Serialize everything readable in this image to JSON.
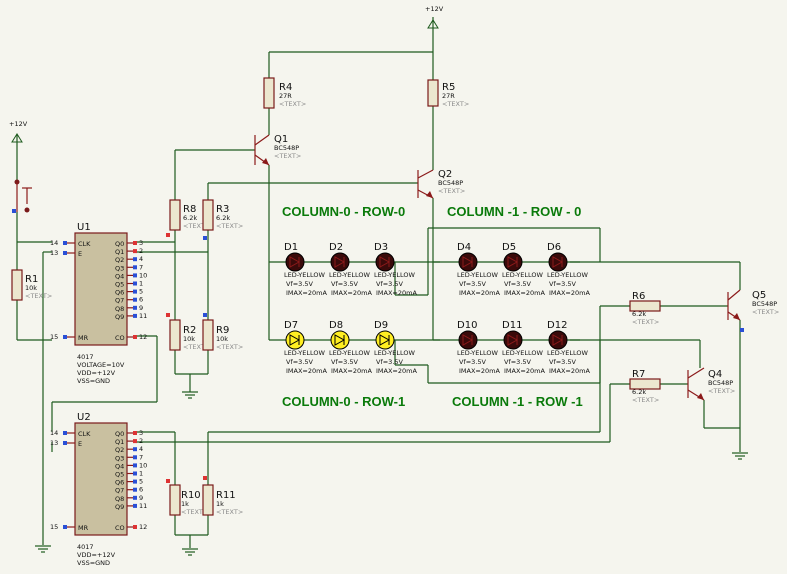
{
  "supply": {
    "top": "+12V",
    "left": "+12V"
  },
  "text_placeholder": "<TEXT>",
  "sections": {
    "c0r0": "COLUMN-0 - ROW-0",
    "c1r0": "COLUMN -1 - ROW - 0",
    "c0r1": "COLUMN-0 - ROW-1",
    "c1r1": "COLUMN -1 - ROW -1"
  },
  "transistors": [
    {
      "ref": "Q1",
      "part": "BC548P"
    },
    {
      "ref": "Q2",
      "part": "BC548P"
    },
    {
      "ref": "Q4",
      "part": "BC548P"
    },
    {
      "ref": "Q5",
      "part": "BC548P"
    }
  ],
  "resistors": [
    {
      "ref": "R1",
      "value": "10k"
    },
    {
      "ref": "R2",
      "value": "10k"
    },
    {
      "ref": "R3",
      "value": "6.2k"
    },
    {
      "ref": "R4",
      "value": "27R"
    },
    {
      "ref": "R5",
      "value": "27R"
    },
    {
      "ref": "R6",
      "value": "6.2k"
    },
    {
      "ref": "R7",
      "value": "6.2k"
    },
    {
      "ref": "R8",
      "value": "6.2k"
    },
    {
      "ref": "R9",
      "value": "10k"
    },
    {
      "ref": "R10",
      "value": "1k"
    },
    {
      "ref": "R11",
      "value": "1k"
    }
  ],
  "led_props": {
    "type": "LED-YELLOW",
    "vf": "Vf=3.5V",
    "imax": "IMAX=20mA"
  },
  "leds_row0": [
    "D1",
    "D2",
    "D3",
    "D4",
    "D5",
    "D6"
  ],
  "leds_row1": [
    "D7",
    "D8",
    "D9",
    "D10",
    "D11",
    "D12"
  ],
  "ics": [
    {
      "ref": "U1",
      "part": "4017",
      "voltage": "VOLTAGE=10V",
      "vdd": "VDD=+12V",
      "vss": "VSS=GND"
    },
    {
      "ref": "U2",
      "part": "4017",
      "vdd": "VDD=+12V",
      "vss": "VSS=GND"
    }
  ],
  "ic_pins": {
    "left": [
      {
        "num": "14",
        "name": "CLK"
      },
      {
        "num": "13",
        "name": "E"
      }
    ],
    "mr": {
      "num": "15",
      "name": "MR"
    },
    "right": [
      {
        "num": "3",
        "name": "Q0"
      },
      {
        "num": "2",
        "name": "Q1"
      },
      {
        "num": "4",
        "name": "Q2"
      },
      {
        "num": "7",
        "name": "Q3"
      },
      {
        "num": "10",
        "name": "Q4"
      },
      {
        "num": "1",
        "name": "Q5"
      },
      {
        "num": "5",
        "name": "Q6"
      },
      {
        "num": "6",
        "name": "Q7"
      },
      {
        "num": "9",
        "name": "Q8"
      },
      {
        "num": "11",
        "name": "Q9"
      }
    ],
    "co": {
      "num": "12",
      "name": "CO"
    }
  }
}
